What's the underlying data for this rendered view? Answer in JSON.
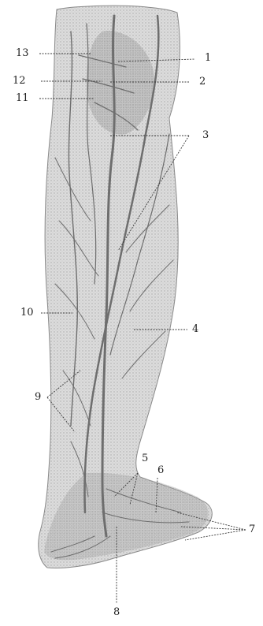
{
  "labels": {
    "l1": "1",
    "l2": "2",
    "l3": "3",
    "l4": "4",
    "l5": "5",
    "l6": "6",
    "l7": "7",
    "l8": "8",
    "l9": "9",
    "l10": "10",
    "l11": "11",
    "l12": "12",
    "l13": "13"
  },
  "colors": {
    "ink": "#1e1e1e",
    "skin": "#d9d9d9",
    "vein": "#7a7a7a",
    "shade": "#b8b8b8"
  }
}
